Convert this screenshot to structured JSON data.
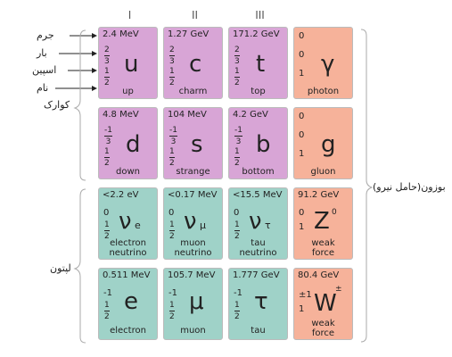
{
  "generations": [
    "I",
    "II",
    "III"
  ],
  "labels": {
    "mass": "جرم",
    "charge": "بار",
    "spin": "اسپین",
    "name": "نام",
    "quarks": "کوارک",
    "leptons": "لپتون",
    "bosons": "بوزون(حامل نیرو)"
  },
  "particles": {
    "up": {
      "mass": "2.4 MeV",
      "charge_num": "2",
      "charge_den": "3",
      "spin_num": "1",
      "spin_den": "2",
      "symbol": "u",
      "name": "up"
    },
    "charm": {
      "mass": "1.27 GeV",
      "charge_num": "2",
      "charge_den": "3",
      "spin_num": "1",
      "spin_den": "2",
      "symbol": "c",
      "name": "charm"
    },
    "top": {
      "mass": "171.2 GeV",
      "charge_num": "2",
      "charge_den": "3",
      "spin_num": "1",
      "spin_den": "2",
      "symbol": "t",
      "name": "top"
    },
    "photon": {
      "mass": "0",
      "charge": "0",
      "spin": "1",
      "symbol": "γ",
      "name": "photon"
    },
    "down": {
      "mass": "4.8 MeV",
      "charge_num": "-1",
      "charge_den": "3",
      "spin_num": "1",
      "spin_den": "2",
      "symbol": "d",
      "name": "down"
    },
    "strange": {
      "mass": "104 MeV",
      "charge_num": "-1",
      "charge_den": "3",
      "spin_num": "1",
      "spin_den": "2",
      "symbol": "s",
      "name": "strange"
    },
    "bottom": {
      "mass": "4.2 GeV",
      "charge_num": "-1",
      "charge_den": "3",
      "spin_num": "1",
      "spin_den": "2",
      "symbol": "b",
      "name": "bottom"
    },
    "gluon": {
      "mass": "0",
      "charge": "0",
      "spin": "1",
      "symbol": "g",
      "name": "gluon"
    },
    "nu_e": {
      "mass": "<2.2 eV",
      "charge": "0",
      "spin_num": "1",
      "spin_den": "2",
      "symbol": "ν",
      "sub": "e",
      "name1": "electron",
      "name2": "neutrino"
    },
    "nu_mu": {
      "mass": "<0.17 MeV",
      "charge": "0",
      "spin_num": "1",
      "spin_den": "2",
      "symbol": "ν",
      "sub": "μ",
      "name1": "muon",
      "name2": "neutrino"
    },
    "nu_tau": {
      "mass": "<15.5 MeV",
      "charge": "0",
      "spin_num": "1",
      "spin_den": "2",
      "symbol": "ν",
      "sub": "τ",
      "name1": "tau",
      "name2": "neutrino"
    },
    "z": {
      "mass": "91.2 GeV",
      "charge": "0",
      "spin": "1",
      "symbol": "Z",
      "sup": "0",
      "name1": "weak",
      "name2": "force"
    },
    "electron": {
      "mass": "0.511 MeV",
      "charge": "-1",
      "spin_num": "1",
      "spin_den": "2",
      "symbol": "e",
      "name": "electron"
    },
    "muon": {
      "mass": "105.7 MeV",
      "charge": "-1",
      "spin_num": "1",
      "spin_den": "2",
      "symbol": "μ",
      "name": "muon"
    },
    "tau": {
      "mass": "1.777 GeV",
      "charge": "-1",
      "spin_num": "1",
      "spin_den": "2",
      "symbol": "τ",
      "name": "tau"
    },
    "w": {
      "mass": "80.4 GeV",
      "charge": "±1",
      "spin": "1",
      "symbol": "W",
      "sup": "±",
      "name1": "weak",
      "name2": "force"
    }
  },
  "colors": {
    "quark": "#d8a5d6",
    "lepton": "#9fd2c8",
    "boson": "#f6b29a"
  }
}
